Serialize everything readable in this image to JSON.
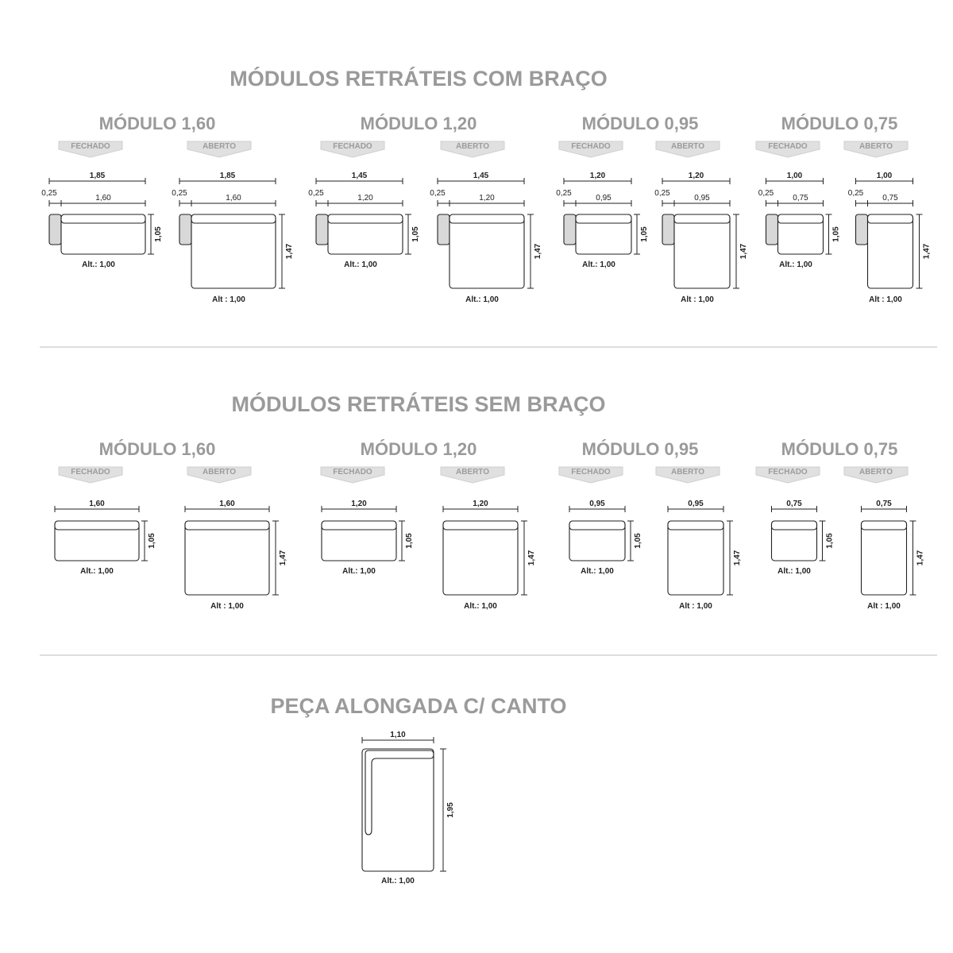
{
  "sections": [
    {
      "title": "MÓDULOS RETRÁTEIS COM BRAÇO",
      "arm": true,
      "modules": [
        {
          "title": "MÓDULO 1,60",
          "closed": {
            "tag": "FECHADO",
            "total": "1,85",
            "arm": "0,25",
            "seat": "1,60",
            "depth": "1,05",
            "height": "Alt.: 1,00"
          },
          "open": {
            "tag": "ABERTO",
            "total": "1,85",
            "arm": "0,25",
            "seat": "1,60",
            "depth": "1,47",
            "height": "Alt : 1,00"
          }
        },
        {
          "title": "MÓDULO 1,20",
          "closed": {
            "tag": "FECHADO",
            "total": "1,45",
            "arm": "0,25",
            "seat": "1,20",
            "depth": "1,05",
            "height": "Alt.: 1,00"
          },
          "open": {
            "tag": "ABERTO",
            "total": "1,45",
            "arm": "0,25",
            "seat": "1,20",
            "depth": "1,47",
            "height": "Alt.: 1,00"
          }
        },
        {
          "title": "MÓDULO 0,95",
          "closed": {
            "tag": "FECHADO",
            "total": "1,20",
            "arm": "0,25",
            "seat": "0,95",
            "depth": "1,05",
            "height": "Alt.: 1,00"
          },
          "open": {
            "tag": "ABERTO",
            "total": "1,20",
            "arm": "0,25",
            "seat": "0,95",
            "depth": "1,47",
            "height": "Alt : 1,00"
          }
        },
        {
          "title": "MÓDULO 0,75",
          "closed": {
            "tag": "FECHADO",
            "total": "1,00",
            "arm": "0,25",
            "seat": "0,75",
            "depth": "1,05",
            "height": "Alt.: 1,00"
          },
          "open": {
            "tag": "ABERTO",
            "total": "1,00",
            "arm": "0,25",
            "seat": "0,75",
            "depth": "1,47",
            "height": "Alt : 1,00"
          }
        }
      ]
    },
    {
      "title": "MÓDULOS RETRÁTEIS SEM BRAÇO",
      "arm": false,
      "modules": [
        {
          "title": "MÓDULO 1,60",
          "closed": {
            "tag": "FECHADO",
            "total": "1,60",
            "depth": "1,05",
            "height": "Alt.: 1,00"
          },
          "open": {
            "tag": "ABERTO",
            "total": "1,60",
            "depth": "1,47",
            "height": "Alt : 1,00"
          }
        },
        {
          "title": "MÓDULO 1,20",
          "closed": {
            "tag": "FECHADO",
            "total": "1,20",
            "depth": "1,05",
            "height": "Alt.: 1,00"
          },
          "open": {
            "tag": "ABERTO",
            "total": "1,20",
            "depth": "1,47",
            "height": "Alt.: 1,00"
          }
        },
        {
          "title": "MÓDULO 0,95",
          "closed": {
            "tag": "FECHADO",
            "total": "0,95",
            "depth": "1,05",
            "height": "Alt.: 1,00"
          },
          "open": {
            "tag": "ABERTO",
            "total": "0,95",
            "depth": "1,47",
            "height": "Alt : 1,00"
          }
        },
        {
          "title": "MÓDULO 0,75",
          "closed": {
            "tag": "FECHADO",
            "total": "0,75",
            "depth": "1,05",
            "height": "Alt.: 1,00"
          },
          "open": {
            "tag": "ABERTO",
            "total": "0,75",
            "depth": "1,47",
            "height": "Alt : 1,00"
          }
        }
      ]
    }
  ],
  "corner": {
    "title": "PEÇA ALONGADA C/ CANTO",
    "width": "1,10",
    "depth": "1,95",
    "height": "Alt.: 1,00"
  },
  "colors": {
    "title": "#9a9a9a",
    "tag_fill": "#e0e0e0",
    "tag_text": "#9c9c9c",
    "line": "#222222",
    "arm_fill": "#d8d8d8",
    "separator": "#bbbbbb"
  }
}
